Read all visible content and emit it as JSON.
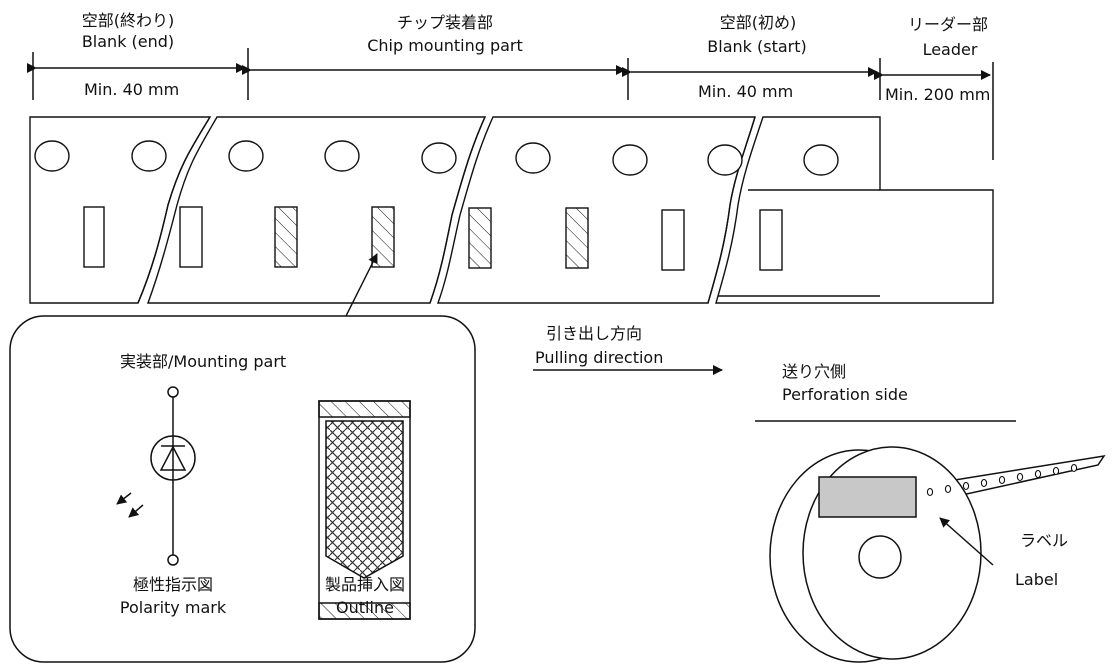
{
  "sections": {
    "blank_end": {
      "jp": "空部(終わり)",
      "en": "Blank (end)",
      "length": "Min. 40 mm"
    },
    "chip_mounting": {
      "jp": "チップ装着部",
      "en": "Chip mounting part"
    },
    "blank_start": {
      "jp": "空部(初め)",
      "en": "Blank (start)",
      "length": "Min. 40 mm"
    },
    "leader": {
      "jp": "リーダー部",
      "en": "Leader",
      "length": "Min. 200 mm"
    }
  },
  "detail_box": {
    "title": "実装部/Mounting part",
    "polarity_jp": "極性指示図",
    "polarity_en": "Polarity mark",
    "outline_jp": "製品挿入図",
    "outline_en": "Outline"
  },
  "pulling": {
    "jp": "引き出し方向",
    "en": "Pulling direction"
  },
  "reel": {
    "perforation_jp": "送り穴側",
    "perforation_en": "Perforation side",
    "label_jp": "ラベル",
    "label_en": "Label"
  },
  "colors": {
    "line": "#111111",
    "label_fill": "#c8c8c8",
    "paper": "#ffffff"
  }
}
